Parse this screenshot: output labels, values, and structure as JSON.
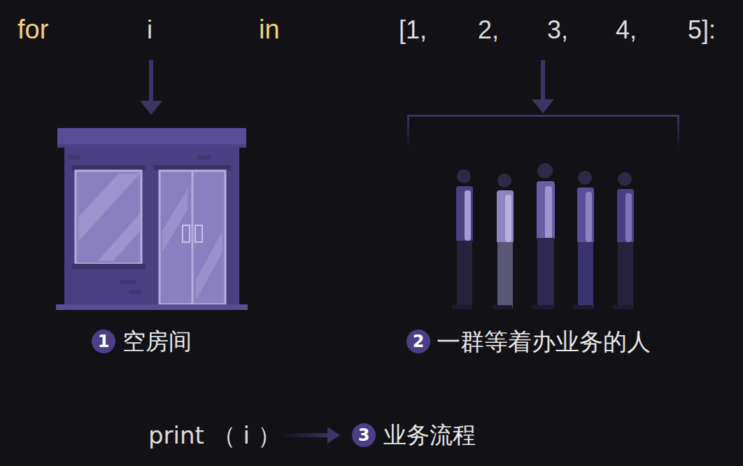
{
  "diagram": {
    "nodes": [
      {
        "text": [
          "1"
        ]
      },
      {
        "text": [
          "2"
        ]
      },
      {
        "text": [
          "3"
        ]
      }
    ],
    "labels": [
      "for",
      "i",
      "in",
      "[1,",
      "2,",
      "3,",
      "4,",
      "5]:",
      "空房间",
      "一群等着办业务的人",
      "print （ i ）",
      "业务流程"
    ]
  }
}
